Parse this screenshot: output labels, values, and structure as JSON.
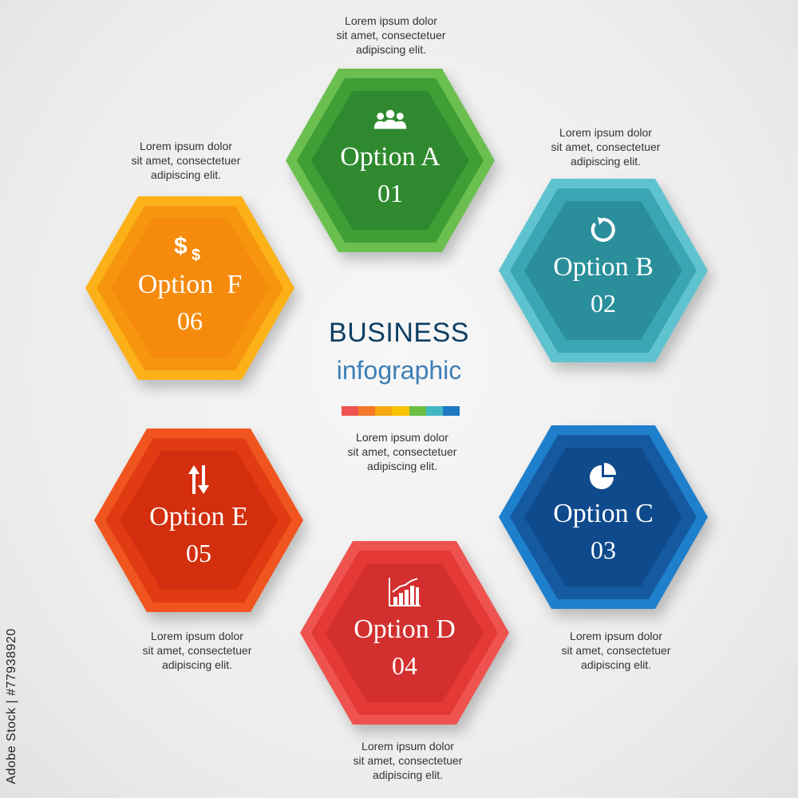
{
  "center": {
    "title": "BUSINESS",
    "subtitle": "infographic",
    "caption": [
      "Lorem ipsum dolor",
      "sit amet, consectetuer",
      "adipiscing elit."
    ],
    "bar_colors": [
      "#ef5350",
      "#f4792a",
      "#f6a70f",
      "#f7c300",
      "#6abf43",
      "#41b7c4",
      "#1e78c2"
    ]
  },
  "options": [
    {
      "key": "a",
      "title": "Option A",
      "number": "01",
      "icon": "people-icon",
      "colors": {
        "outer": "#6bbf4f",
        "inner": "#3f9e36",
        "core": "#2f8a2f"
      },
      "caption": [
        "Lorem ipsum dolor",
        "sit amet, consectetuer",
        "adipiscing elit."
      ]
    },
    {
      "key": "b",
      "title": "Option B",
      "number": "02",
      "icon": "refresh-icon",
      "colors": {
        "outer": "#5fc3cf",
        "inner": "#3aa6b3",
        "core": "#2a8f9b"
      },
      "caption": [
        "Lorem ipsum dolor",
        "sit amet, consectetuer",
        "adipiscing elit."
      ]
    },
    {
      "key": "c",
      "title": "Option C",
      "number": "03",
      "icon": "pie-chart-icon",
      "colors": {
        "outer": "#1e7fcc",
        "inner": "#155aa0",
        "core": "#0f4a8c"
      },
      "caption": [
        "Lorem ipsum dolor",
        "sit amet, consectetuer",
        "adipiscing elit."
      ]
    },
    {
      "key": "d",
      "title": "Option D",
      "number": "04",
      "icon": "bar-chart-icon",
      "colors": {
        "outer": "#ef5350",
        "inner": "#e53935",
        "core": "#d32f2f"
      },
      "caption": [
        "Lorem ipsum dolor",
        "sit amet, consectetuer",
        "adipiscing elit."
      ]
    },
    {
      "key": "e",
      "title": "Option E",
      "number": "05",
      "icon": "up-down-arrows-icon",
      "colors": {
        "outer": "#f0551f",
        "inner": "#e03b12",
        "core": "#d32f0e"
      },
      "caption": [
        "Lorem ipsum dolor",
        "sit amet, consectetuer",
        "adipiscing elit."
      ]
    },
    {
      "key": "f",
      "title": "Option  F",
      "number": "06",
      "icon": "dollar-icon",
      "colors": {
        "outer": "#fbb117",
        "inner": "#f7950f",
        "core": "#f58a0c"
      },
      "caption": [
        "Lorem ipsum dolor",
        "sit amet, consectetuer",
        "adipiscing elit."
      ]
    }
  ],
  "side_text": "Adobe Stock | #77938920"
}
